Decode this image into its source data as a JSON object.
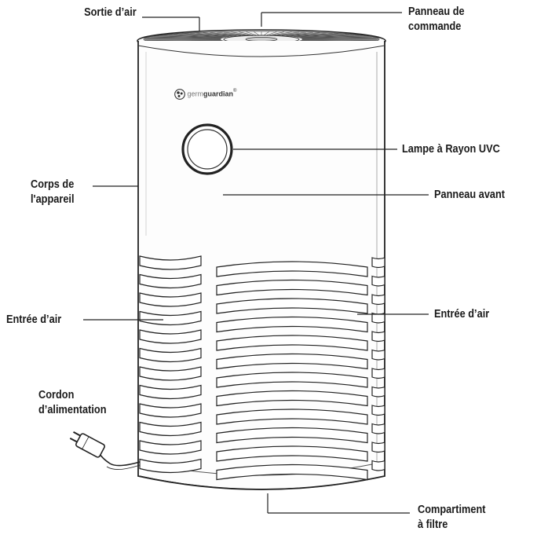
{
  "labels": {
    "air_outlet": "Sortie d’air",
    "control_panel": [
      "Panneau de",
      "commande"
    ],
    "uvc_lamp": "Lampe à Rayon UVC",
    "body": [
      "Corps de",
      "l'appareil"
    ],
    "front_panel": "Panneau avant",
    "air_inlet_left": "Entrée d’air",
    "air_inlet_right": "Entrée d’air",
    "power_cord": [
      "Cordon",
      "d’alimentation"
    ],
    "filter_compartment": [
      "Compartiment",
      "à filtre"
    ]
  },
  "brand": {
    "prefix": "germ",
    "name": "guardian",
    "suffix": "®"
  },
  "colors": {
    "ink": "#1a1a1a",
    "line": "#222222",
    "background": "#ffffff"
  }
}
